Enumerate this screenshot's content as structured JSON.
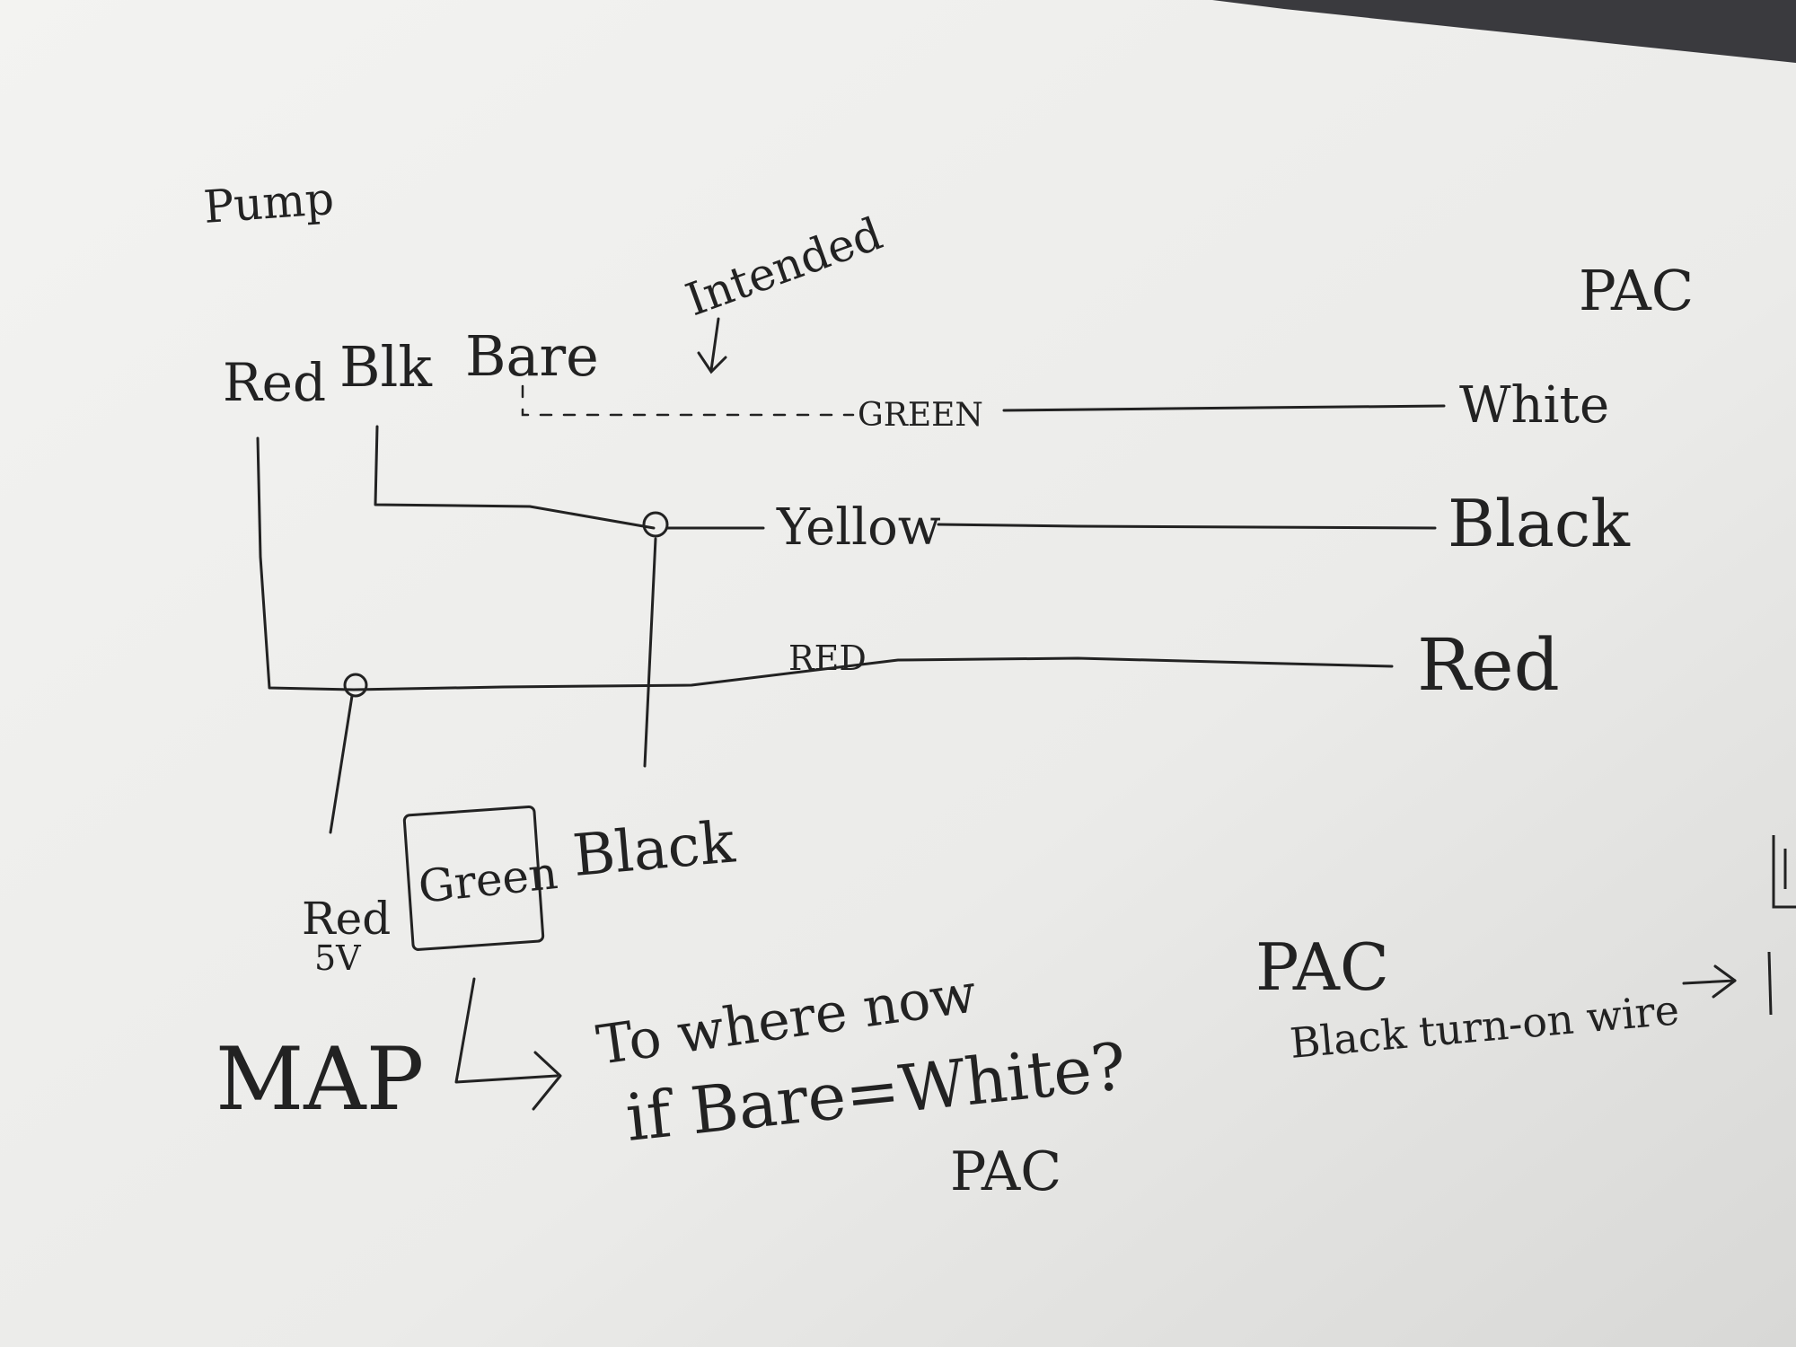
{
  "colors": {
    "ink": "#222222",
    "paper": "#eeeeec",
    "background": "#3a3a3e"
  },
  "labels": {
    "pump": "Pump",
    "pac_top": "PAC",
    "intended": "Intended",
    "pump_red": "Red",
    "pump_blk": "Blk",
    "pump_bare": "Bare",
    "green_wire": "GREEN",
    "yellow_wire": "Yellow",
    "red_wire": "RED",
    "pac_white": "White",
    "pac_black": "Black",
    "pac_red": "Red",
    "map_red": "Red",
    "map_5v": "5V",
    "map_green": "Green",
    "map_black": "Black",
    "map": "MAP",
    "question_line1": "To where now",
    "question_line2": "if Bare=White?",
    "question_pac": "PAC",
    "pac_note_title": "PAC",
    "pac_note_text": "Black turn-on wire"
  }
}
